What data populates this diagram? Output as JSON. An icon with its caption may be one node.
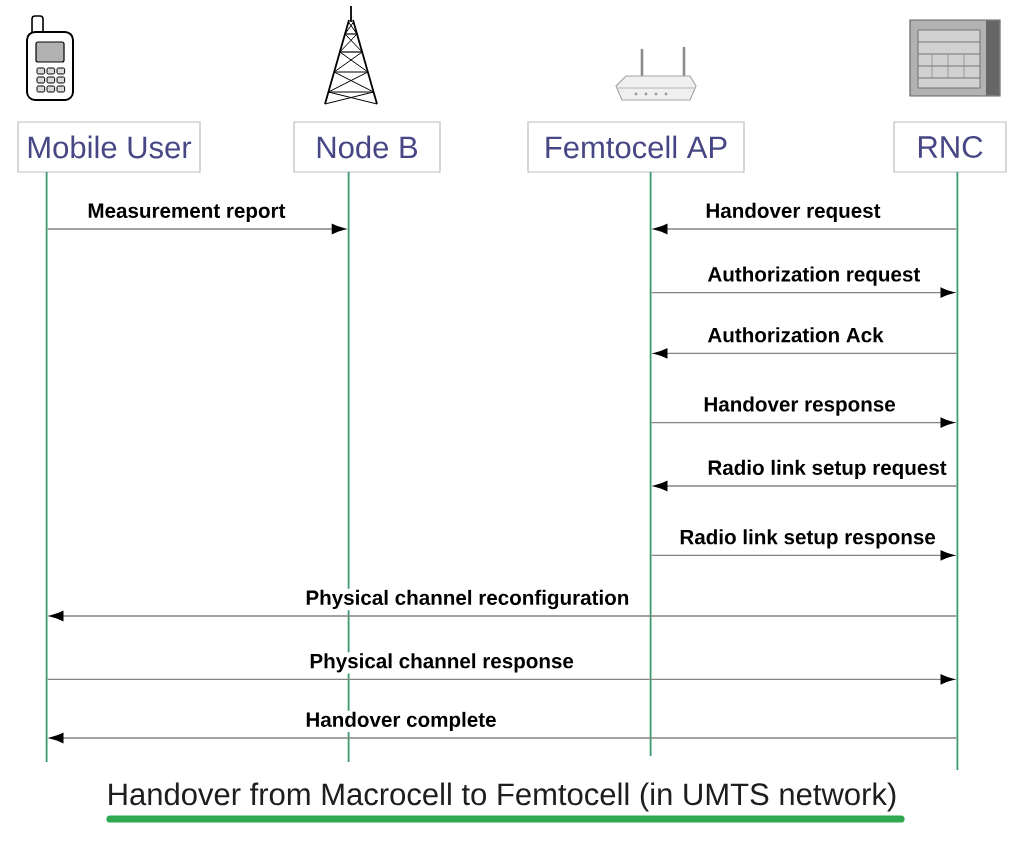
{
  "diagram": {
    "caption": "Handover from Macrocell to Femtocell (in UMTS network)",
    "nodes": [
      {
        "text": [
          "Mobile User"
        ]
      },
      {
        "text": [
          "Node B"
        ]
      },
      {
        "text": [
          "Femtocell AP"
        ]
      },
      {
        "text": [
          "RNC"
        ]
      },
      {
        "text": [],
        "shape": "line"
      },
      {
        "text": [],
        "shape": "line"
      },
      {
        "text": [],
        "shape": "line"
      },
      {
        "text": [],
        "shape": "line"
      }
    ],
    "edges": [
      {
        "from": 4,
        "to": 5,
        "arrow": "to",
        "label": "Measurement report"
      },
      {
        "from": 7,
        "to": 6,
        "arrow": "to",
        "label": "Handover request"
      },
      {
        "from": 6,
        "to": 7,
        "arrow": "to",
        "label": "Authorization request"
      },
      {
        "from": 7,
        "to": 6,
        "arrow": "to",
        "label": "Authorization Ack"
      },
      {
        "from": 6,
        "to": 7,
        "arrow": "to",
        "label": "Handover response"
      },
      {
        "from": 7,
        "to": 6,
        "arrow": "to",
        "label": "Radio link setup request"
      },
      {
        "from": 6,
        "to": 7,
        "arrow": "to",
        "label": "Radio link setup response"
      },
      {
        "from": 7,
        "to": 4,
        "arrow": "to",
        "label": "Physical channel reconfiguration"
      },
      {
        "from": 4,
        "to": 7,
        "arrow": "to",
        "label": "Physical channel response"
      },
      {
        "from": 7,
        "to": 4,
        "arrow": "to",
        "label": "Handover complete"
      }
    ]
  }
}
